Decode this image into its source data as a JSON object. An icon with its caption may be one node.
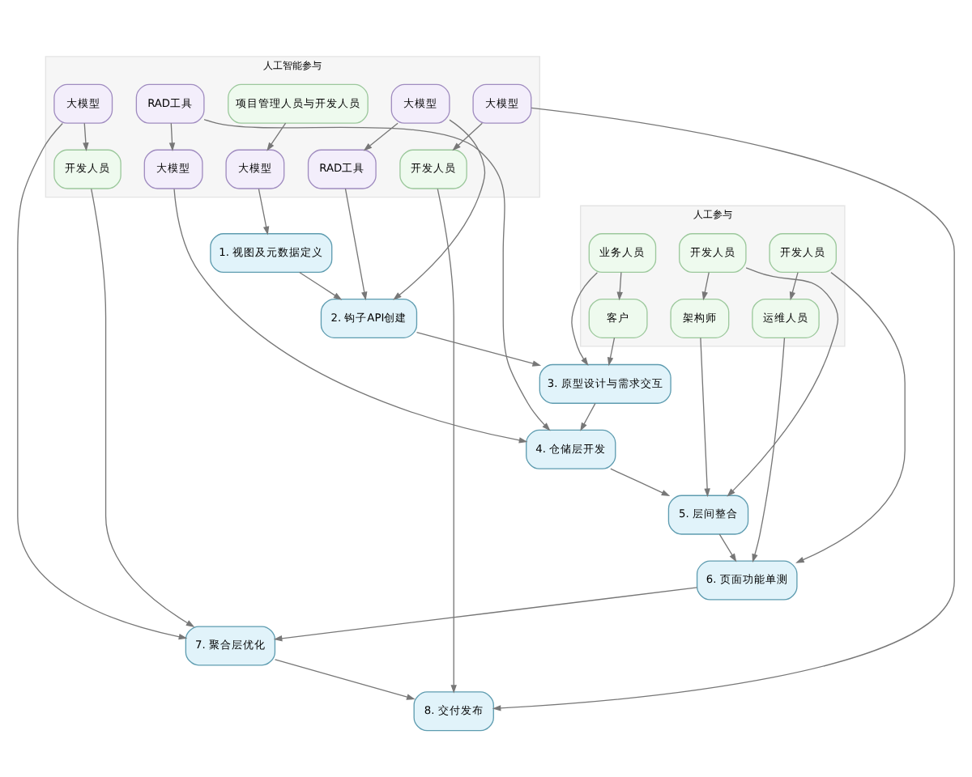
{
  "diagram": {
    "nodes": [
      {
        "text": [
          "人工智能参与"
        ]
      },
      {
        "text": [
          "项目管理人员与开发人员"
        ],
        "in": 0
      },
      {
        "text": [
          "大模型"
        ],
        "in": 0
      },
      {
        "text": [
          "RAD工具"
        ],
        "in": 0
      },
      {
        "text": [
          "大模型"
        ],
        "in": 0
      },
      {
        "text": [
          "大模型"
        ],
        "in": 0
      },
      {
        "text": [
          "大模型"
        ],
        "in": 0
      },
      {
        "text": [
          "RAD工具"
        ],
        "in": 0
      },
      {
        "text": [
          "大模型"
        ],
        "in": 0
      },
      {
        "text": [
          "开发人员"
        ],
        "in": 0
      },
      {
        "text": [
          "开发人员"
        ],
        "in": 0
      },
      {
        "text": [
          "1. 视图及元数据定义"
        ]
      },
      {
        "text": [
          "2. 钩子API创建"
        ]
      },
      {
        "text": [
          "人工参与"
        ]
      },
      {
        "text": [
          "业务人员"
        ],
        "in": 13
      },
      {
        "text": [
          "开发人员"
        ],
        "in": 13
      },
      {
        "text": [
          "开发人员"
        ],
        "in": 13
      },
      {
        "text": [
          "客户"
        ],
        "in": 13
      },
      {
        "text": [
          "架构师"
        ],
        "in": 13
      },
      {
        "text": [
          "运维人员"
        ],
        "in": 13
      },
      {
        "text": [
          "3. 原型设计与需求交互"
        ]
      },
      {
        "text": [
          "4. 仓储层开发"
        ]
      },
      {
        "text": [
          "5. 层间整合"
        ]
      },
      {
        "text": [
          "6. 页面功能单测"
        ]
      },
      {
        "text": [
          "7. 聚合层优化"
        ]
      },
      {
        "text": [
          "8. 交付发布"
        ]
      }
    ],
    "edges": [
      {
        "from": 1,
        "to": 6,
        "arrow": "to"
      },
      {
        "from": 2,
        "to": 7,
        "arrow": "to"
      },
      {
        "from": 3,
        "to": 8,
        "arrow": "to"
      },
      {
        "from": 4,
        "to": 9,
        "arrow": "to"
      },
      {
        "from": 5,
        "to": 10,
        "arrow": "to"
      },
      {
        "from": 14,
        "to": 17,
        "arrow": "to"
      },
      {
        "from": 15,
        "to": 18,
        "arrow": "to"
      },
      {
        "from": 16,
        "to": 19,
        "arrow": "to"
      },
      {
        "from": 6,
        "to": 11,
        "arrow": "to"
      },
      {
        "from": 11,
        "to": 12,
        "arrow": "to"
      },
      {
        "from": 2,
        "to": 12,
        "arrow": "to"
      },
      {
        "from": 7,
        "to": 12,
        "arrow": "to"
      },
      {
        "from": 12,
        "to": 20,
        "arrow": "to"
      },
      {
        "from": 14,
        "to": 20,
        "arrow": "to"
      },
      {
        "from": 17,
        "to": 20,
        "arrow": "to"
      },
      {
        "from": 20,
        "to": 21,
        "arrow": "to"
      },
      {
        "from": 3,
        "to": 21,
        "arrow": "to"
      },
      {
        "from": 8,
        "to": 21,
        "arrow": "to"
      },
      {
        "from": 21,
        "to": 22,
        "arrow": "to"
      },
      {
        "from": 15,
        "to": 22,
        "arrow": "to"
      },
      {
        "from": 18,
        "to": 22,
        "arrow": "to"
      },
      {
        "from": 22,
        "to": 23,
        "arrow": "to"
      },
      {
        "from": 16,
        "to": 23,
        "arrow": "to"
      },
      {
        "from": 19,
        "to": 23,
        "arrow": "to"
      },
      {
        "from": 23,
        "to": 24,
        "arrow": "to"
      },
      {
        "from": 4,
        "to": 24,
        "arrow": "to"
      },
      {
        "from": 9,
        "to": 24,
        "arrow": "to"
      },
      {
        "from": 24,
        "to": 25,
        "arrow": "to"
      },
      {
        "from": 5,
        "to": 25,
        "arrow": "to"
      },
      {
        "from": 10,
        "to": 25,
        "arrow": "to"
      }
    ]
  }
}
